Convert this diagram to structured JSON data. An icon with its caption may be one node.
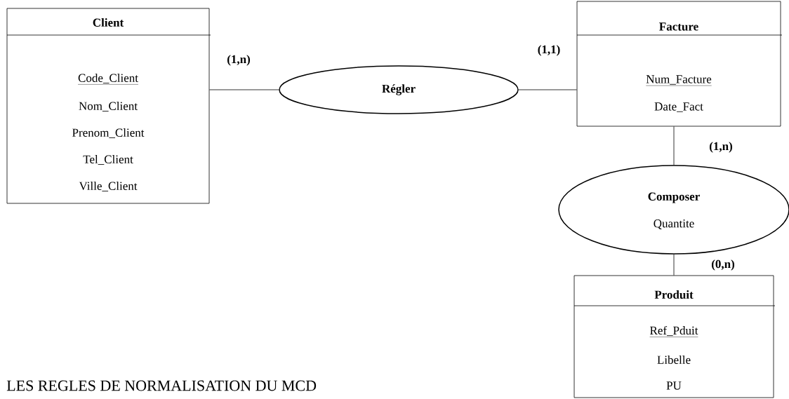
{
  "diagram": {
    "nodes": [
      {
        "text": [
          "Client",
          "Code_Client",
          "Nom_Client",
          "Prenom_Client",
          "Tel_Client",
          "Ville_Client"
        ]
      },
      {
        "text": [
          "Régler"
        ]
      },
      {
        "text": [
          "Facture",
          "Num_Facture",
          "Date_Fact"
        ]
      },
      {
        "text": [
          "Composer",
          "Quantite"
        ]
      },
      {
        "text": [
          "Produit",
          "Ref_Pduit",
          "Libelle",
          "PU"
        ]
      }
    ],
    "edges": [
      {
        "from": 0,
        "to": 1,
        "arrow": "none",
        "label": "(1,n)"
      },
      {
        "from": 1,
        "to": 2,
        "arrow": "none",
        "label": "(1,1)"
      },
      {
        "from": 2,
        "to": 3,
        "arrow": "none",
        "label": "(1,n)"
      },
      {
        "from": 3,
        "to": 4,
        "arrow": "none",
        "label": "(0,n)"
      }
    ],
    "labels": [
      "LES REGLES DE NORMALISATION DU MCD"
    ]
  }
}
